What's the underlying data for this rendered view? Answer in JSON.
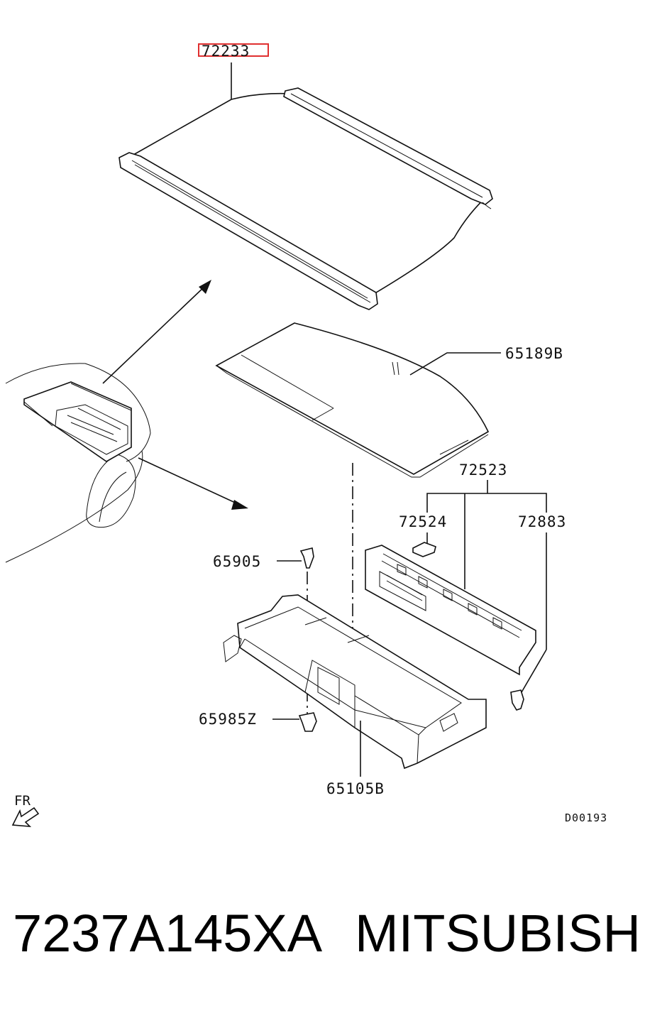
{
  "callouts": {
    "tonneau_cover": "72233",
    "luggage_board": "65189B",
    "garnish_group": "72523",
    "clip_a": "72524",
    "clip_b": "72883",
    "screw": "65905",
    "fastener": "65985Z",
    "floor_box": "65105B"
  },
  "orientation_label": "FR",
  "diagram_code": "D00193",
  "caption": {
    "part_number": "7237A145XA",
    "brand": "MITSUBISHI"
  },
  "colors": {
    "highlight_box": "#e03030",
    "line": "#111111"
  }
}
